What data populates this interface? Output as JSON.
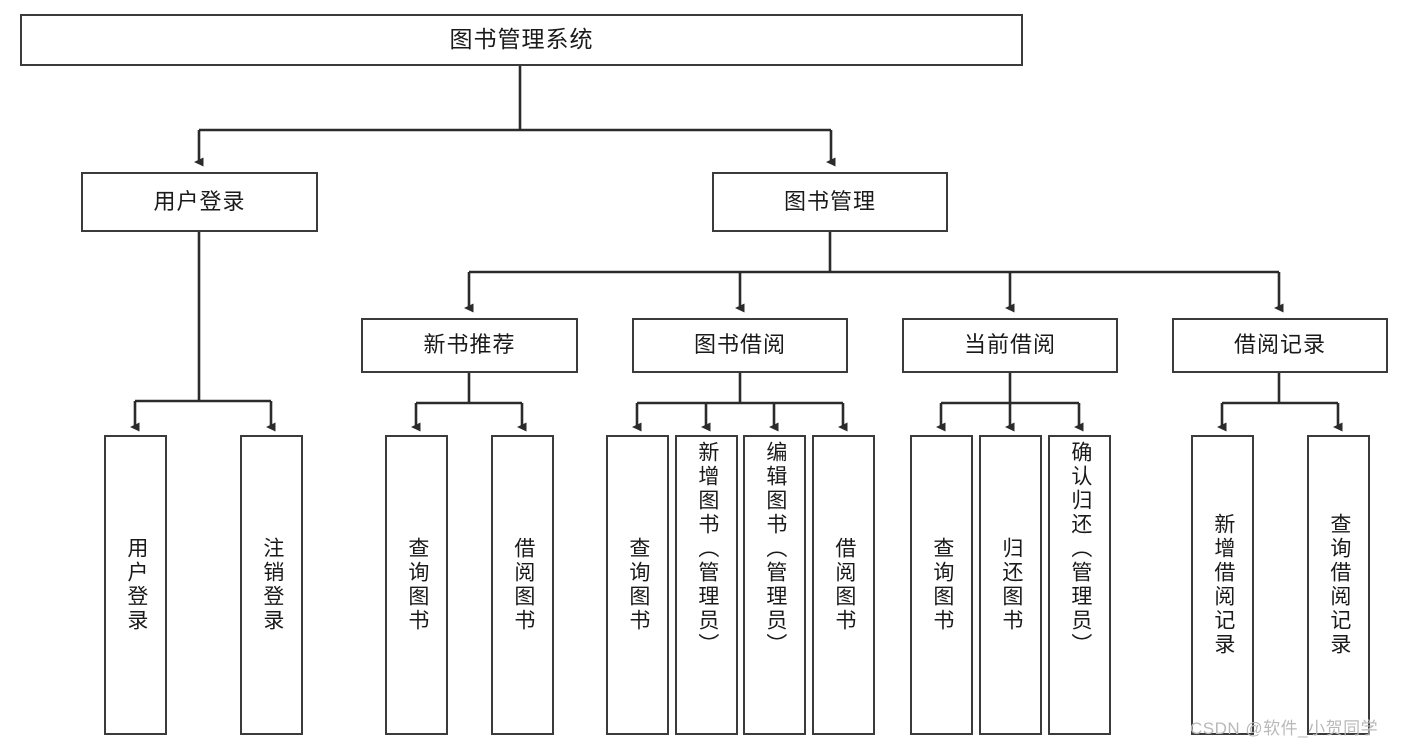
{
  "diagram": {
    "title": "图书管理系统",
    "type": "tree",
    "root": {
      "label": "图书管理系统"
    },
    "level2": [
      {
        "id": "user-login",
        "label": "用户登录"
      },
      {
        "id": "book-manage",
        "label": "图书管理"
      }
    ],
    "level3": [
      {
        "id": "new-book-recommend",
        "label": "新书推荐",
        "parent": "book-manage"
      },
      {
        "id": "book-borrow",
        "label": "图书借阅",
        "parent": "book-manage"
      },
      {
        "id": "current-borrow",
        "label": "当前借阅",
        "parent": "book-manage"
      },
      {
        "id": "borrow-record",
        "label": "借阅记录",
        "parent": "book-manage"
      }
    ],
    "leaves": [
      {
        "id": "leaf-user-login",
        "label": "用户登录",
        "parent": "user-login"
      },
      {
        "id": "leaf-logout-login",
        "label": "注销登录",
        "parent": "user-login"
      },
      {
        "id": "leaf-query-book-1",
        "label": "查询图书",
        "parent": "new-book-recommend"
      },
      {
        "id": "leaf-borrow-book-1",
        "label": "借阅图书",
        "parent": "new-book-recommend"
      },
      {
        "id": "leaf-query-book-2",
        "label": "查询图书",
        "parent": "book-borrow"
      },
      {
        "id": "leaf-add-book-admin",
        "label": "新增图书（管理员）",
        "parent": "book-borrow"
      },
      {
        "id": "leaf-edit-book-admin",
        "label": "编辑图书（管理员）",
        "parent": "book-borrow"
      },
      {
        "id": "leaf-borrow-book-2",
        "label": "借阅图书",
        "parent": "book-borrow"
      },
      {
        "id": "leaf-query-book-3",
        "label": "查询图书",
        "parent": "current-borrow"
      },
      {
        "id": "leaf-return-book",
        "label": "归还图书",
        "parent": "current-borrow"
      },
      {
        "id": "leaf-confirm-return-admin",
        "label": "确认归还（管理员）",
        "parent": "current-borrow"
      },
      {
        "id": "leaf-add-borrow-record",
        "label": "新增借阅记录",
        "parent": "borrow-record"
      },
      {
        "id": "leaf-query-borrow-record",
        "label": "查询借阅记录",
        "parent": "borrow-record"
      }
    ],
    "watermark": "CSDN @软件_小贺同学",
    "colors": {
      "border": "#3b3b3b",
      "text": "#1a1a1a",
      "background": "#ffffff",
      "edge": "#2b2b2b",
      "watermark": "#b9b9b9"
    }
  }
}
